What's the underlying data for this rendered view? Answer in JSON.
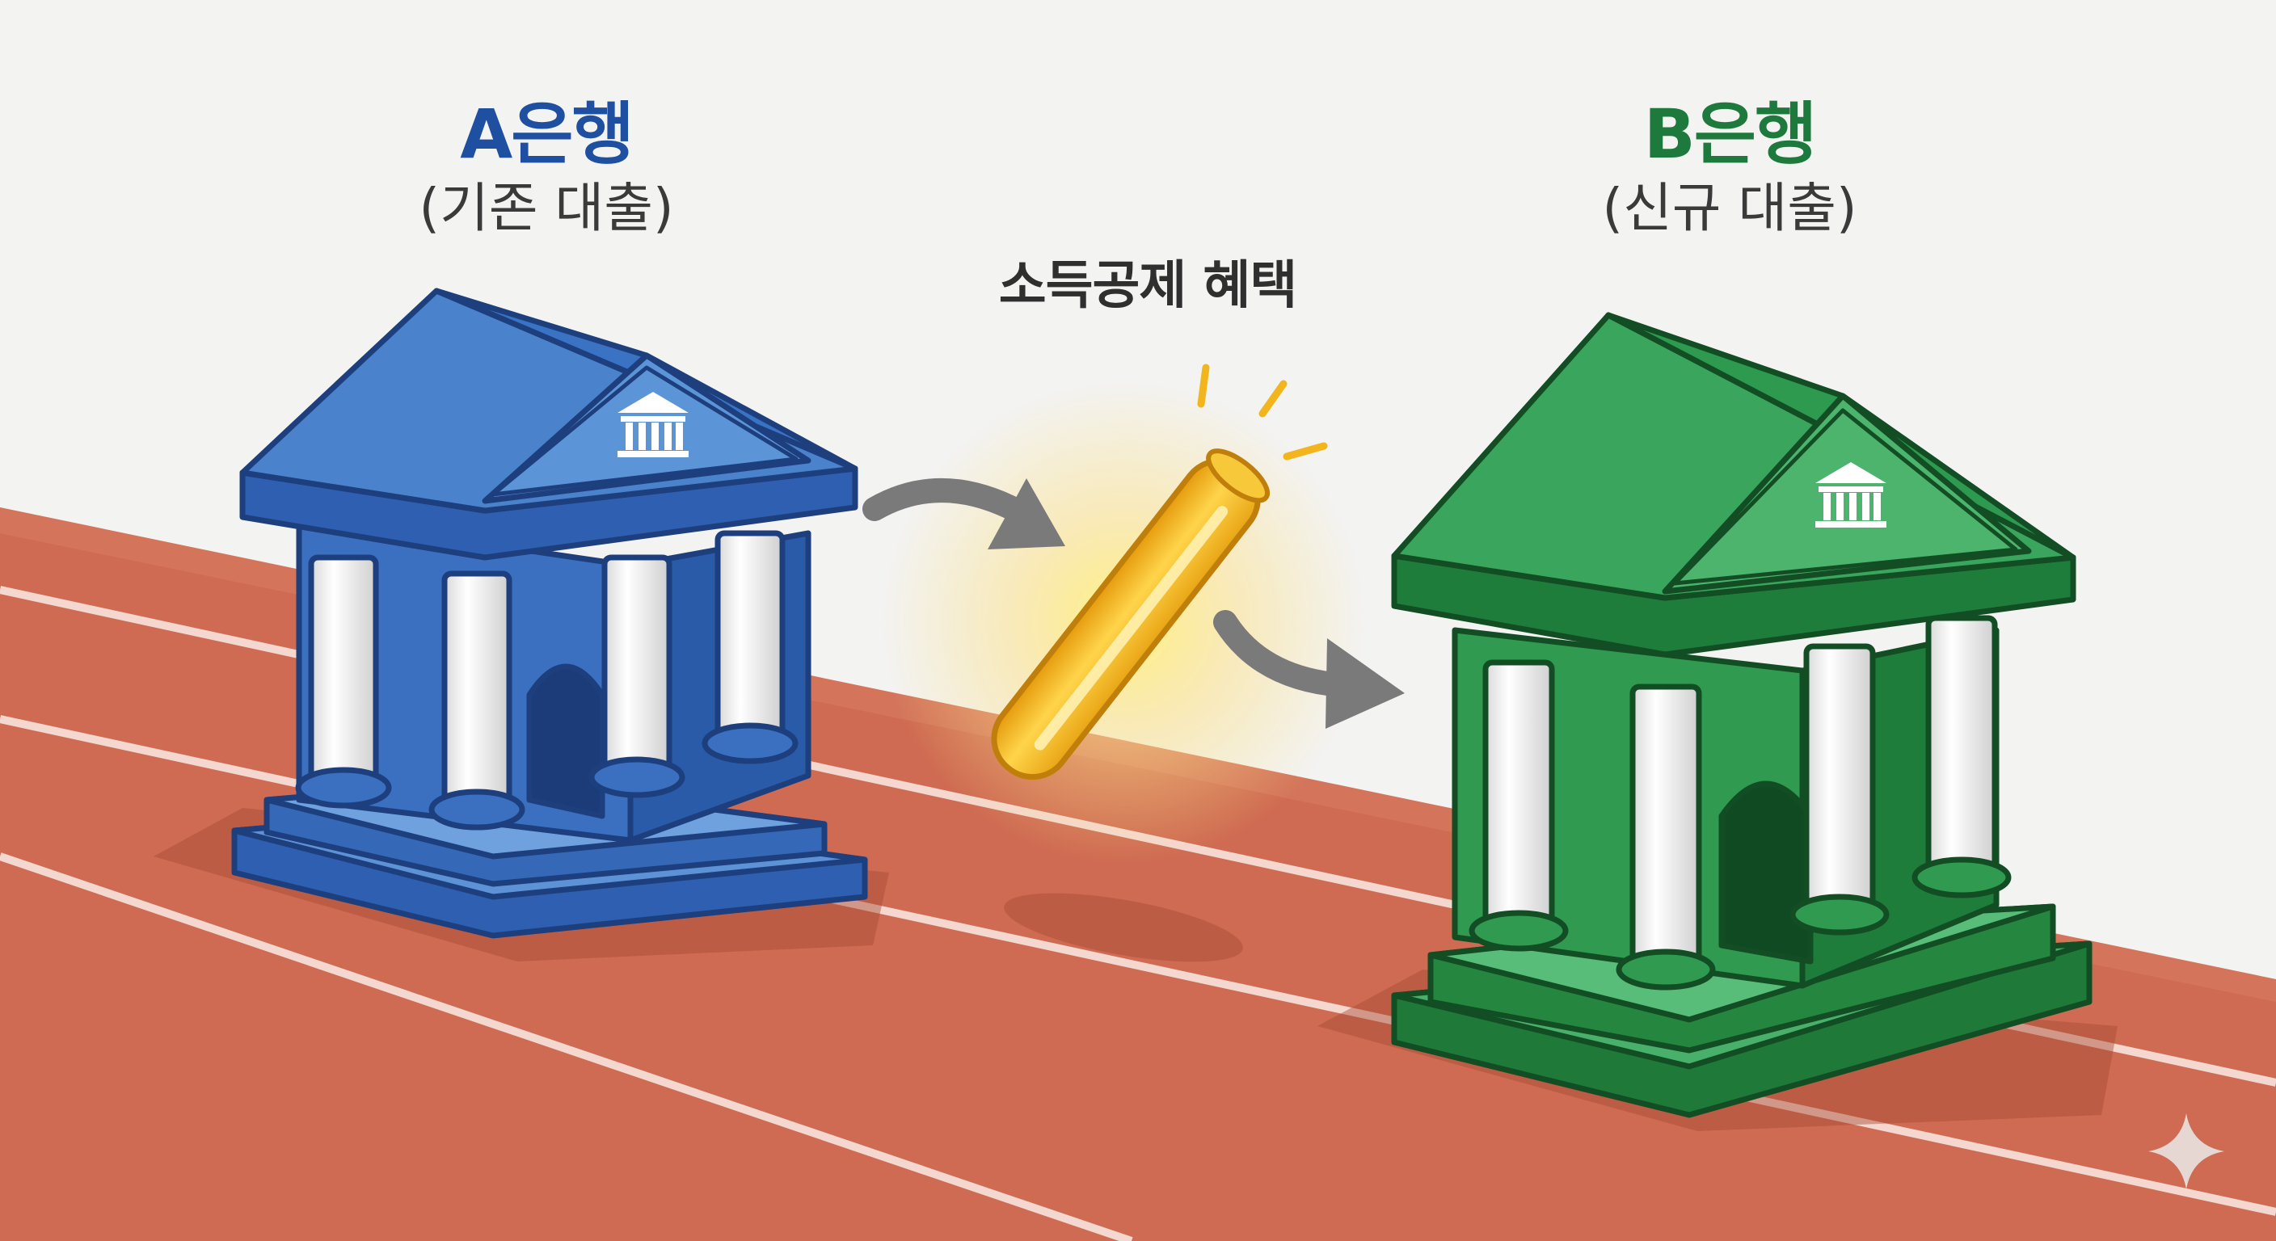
{
  "bank_a": {
    "name": "A은행",
    "sub": "(기존 대출)",
    "color": "#1f4fa0"
  },
  "bank_b": {
    "name": "B은행",
    "sub": "(신규 대출)",
    "color": "#1e7a3c"
  },
  "baton": {
    "caption": "소득공제 혜택"
  },
  "colors": {
    "background": "#f3f3f2",
    "track": "#cf6b52",
    "bank_a_roof": "#3a72c4",
    "bank_b_roof": "#2e9a50",
    "baton": "#f2b51c",
    "arrow": "#7a7a7a"
  },
  "icons": [
    "bank-icon",
    "arrow-icon",
    "baton-icon",
    "sparkle-icon"
  ]
}
